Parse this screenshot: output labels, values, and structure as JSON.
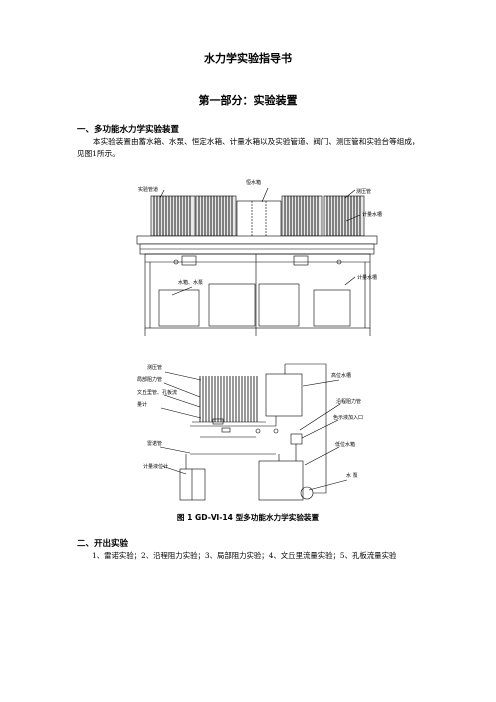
{
  "doc": {
    "title": "水力学实验指导书",
    "part_title": "第一部分：实验装置",
    "section1_heading": "一、多功能水力学实验装置",
    "section1_paragraph": "本实验装置由蓄水箱、水泵、恒定水箱、计量水箱以及实验管道、阀门、测压管和实验台等组成，见图1所示。",
    "section2_heading": "二、开出实验",
    "section2_list": "1、雷诺实验；2、沿程阻力实验；3、局部阻力实验；4、文丘里流量实验；5、孔板流量实验"
  },
  "figure1_labels": {
    "pipe": "实验管道",
    "tank": "恒水箱",
    "piezometer": "测压管",
    "meter_tank": "计量水槽",
    "meter_tank_right": "计量水槽",
    "reservoir_pump": "水箱、水泵"
  },
  "figure2_labels": {
    "piezometer": "测压管",
    "local_loss": "局部阻力管",
    "venturi": "文丘里管、孔板流",
    "flowmeter": "量计",
    "reynolds": "雷诺管",
    "gauge": "计量液位计",
    "high_tank": "高位水槽",
    "friction": "沿程阻力管",
    "dye_inlet": "色示液加入口",
    "low_tank": "低位水箱",
    "pump": "水  泵"
  },
  "caption": "图 1    GD-Ⅵ-14 型多功能水力学实验装置"
}
